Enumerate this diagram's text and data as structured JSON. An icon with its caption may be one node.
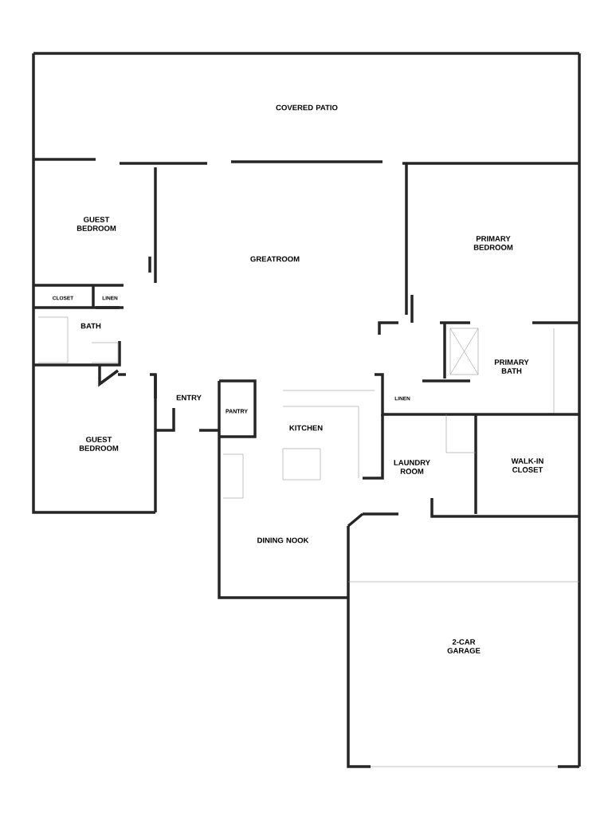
{
  "diagram": {
    "labels": [
      "COVERED PATIO",
      "GUEST BEDROOM",
      "PRIMARY BEDROOM",
      "GREATROOM",
      "CLOSET",
      "LINEN",
      "BATH",
      "PRIMARY BATH",
      "ENTRY",
      "LINEN",
      "PANTRY",
      "KITCHEN",
      "GUEST BEDROOM",
      "LAUNDRY ROOM",
      "WALK-IN CLOSET",
      "DINING NOOK",
      "2-CAR GARAGE"
    ]
  }
}
